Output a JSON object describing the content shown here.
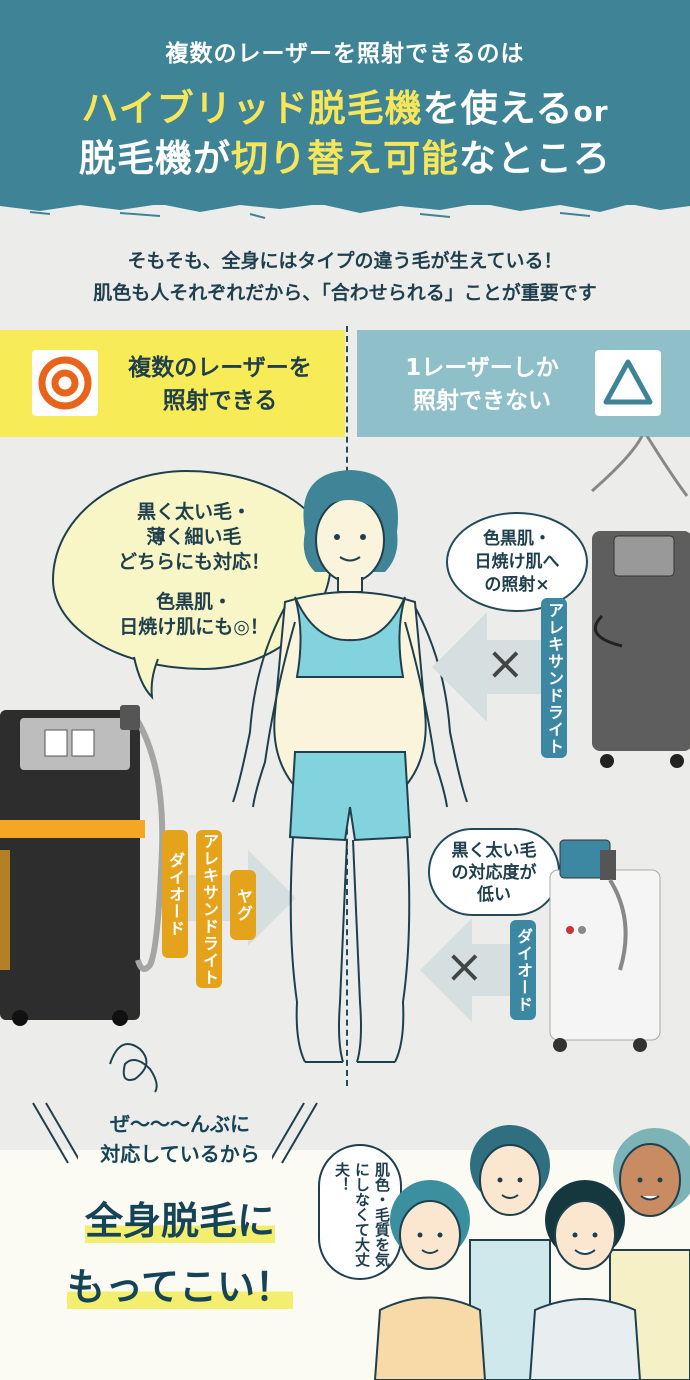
{
  "header": {
    "line1": "複数のレーザーを照射できるのは",
    "line2_a": "ハイブリッド脱毛機",
    "line2_b": "を使える",
    "line2_c": "or",
    "line3_a": "脱毛機が",
    "line3_b": "切り替え可能",
    "line3_c": "なところ"
  },
  "intro": {
    "line1": "そもそも、全身にはタイプの違う毛が生えている！",
    "line2": "肌色も人それぞれだから、「合わせられる」ことが重要です"
  },
  "left_panel": {
    "title_line1": "複数のレーザーを",
    "title_line2": "照射できる",
    "symbol": "◎",
    "bubble_line1": "黒く太い毛・",
    "bubble_line2": "薄く細い毛",
    "bubble_line3": "どちらにも対応！",
    "bubble_line4": "色黒肌・",
    "bubble_line5": "日焼け肌にも◎！",
    "tags": [
      "ダイオード",
      "アレキサンドライト",
      "ヤグ"
    ]
  },
  "right_panel": {
    "title_line1": "1レーザーしか",
    "title_line2": "照射できない",
    "symbol": "△",
    "note1_line1": "色黒肌・",
    "note1_line2": "日焼け肌へ",
    "note1_line3": "の照射×",
    "tag1": "アレキサンドライト",
    "note2_line1": "黒く太い毛",
    "note2_line2": "の対応度が",
    "note2_line3": "低い",
    "tag2": "ダイオード",
    "cross": "×"
  },
  "bottom": {
    "sub_line1": "ぜ〜〜〜んぶに",
    "sub_line2": "対応しているから",
    "main_line1": "全身脱毛に",
    "main_line2": "もってこい！",
    "bubble_text": "肌色・毛質を気にしなくて大丈夫！"
  },
  "colors": {
    "teal": "#3e8496",
    "yellow": "#f7ec58",
    "light_blue": "#8fbfc9",
    "orange": "#e5a31c",
    "navy": "#1f3f4d"
  }
}
